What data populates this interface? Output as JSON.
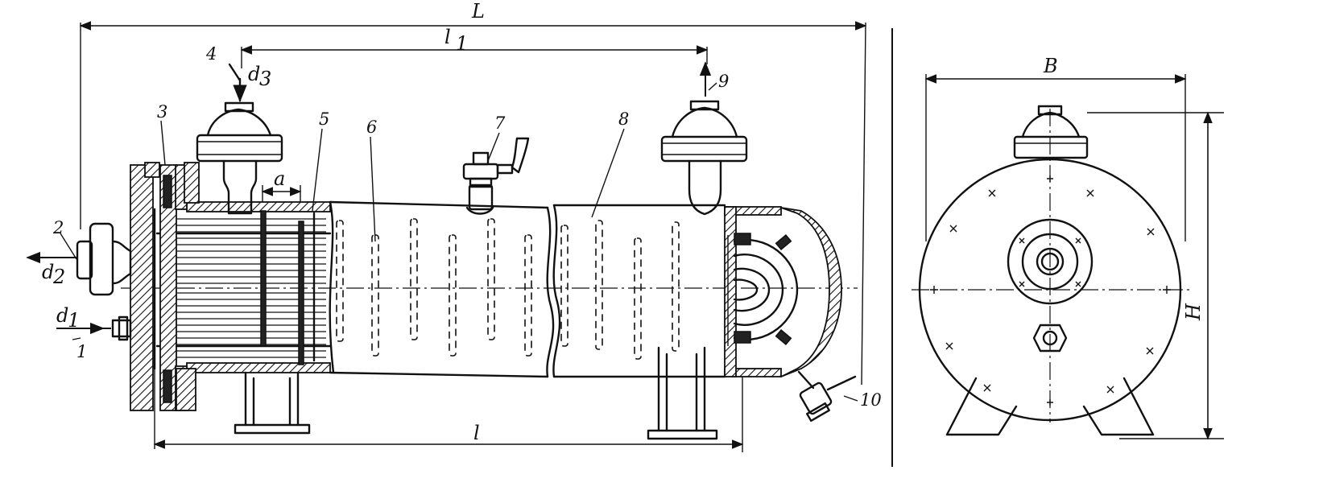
{
  "callouts": {
    "c1": "1",
    "c2": "2",
    "c3": "3",
    "c4": "4",
    "c5": "5",
    "c6": "6",
    "c7": "7",
    "c8": "8",
    "c9": "9",
    "c10": "10"
  },
  "dimensions": {
    "overall_length": "L",
    "tube_length": "l",
    "nozzle_spacing": "l",
    "nozzle_spacing_sub": "1",
    "baffle_spacing": "a",
    "width": "B",
    "height": "H"
  },
  "diameters": {
    "d1": "d",
    "d1_sub": "1",
    "d2": "d",
    "d2_sub": "2",
    "d3": "d",
    "d3_sub": "3"
  }
}
